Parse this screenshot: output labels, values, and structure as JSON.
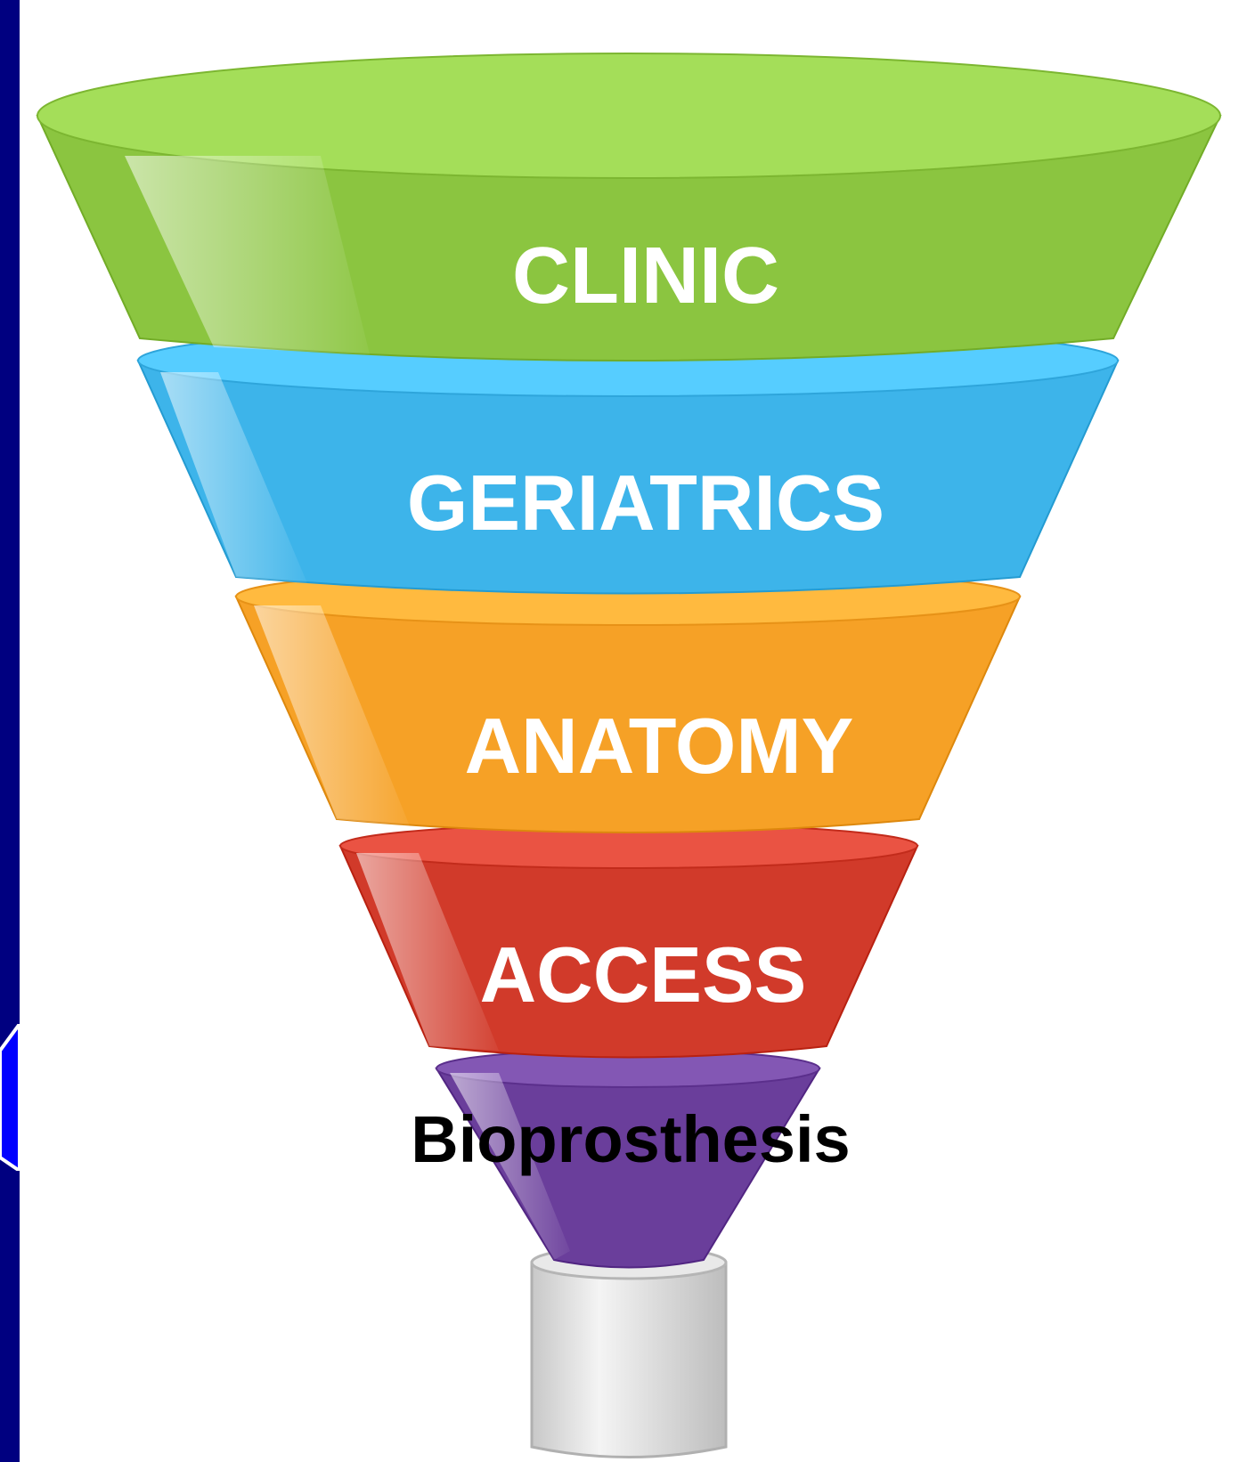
{
  "funnel": {
    "stages": [
      {
        "label": "CLINIC",
        "color": "#8bc540",
        "text_color": "#ffffff"
      },
      {
        "label": "GERIATRICS",
        "color": "#3db4ea",
        "text_color": "#ffffff"
      },
      {
        "label": "ANATOMY",
        "color": "#f6a126",
        "text_color": "#ffffff"
      },
      {
        "label": "ACCESS",
        "color": "#d13a2a",
        "text_color": "#ffffff"
      },
      {
        "label": "Bioprosthesis",
        "color": "#6a3e9b",
        "text_color": "#000000"
      }
    ],
    "spout_color": "#d6d6d6"
  },
  "frame": {
    "left_band_color": "#000080",
    "accent_color": "#0000ff"
  }
}
